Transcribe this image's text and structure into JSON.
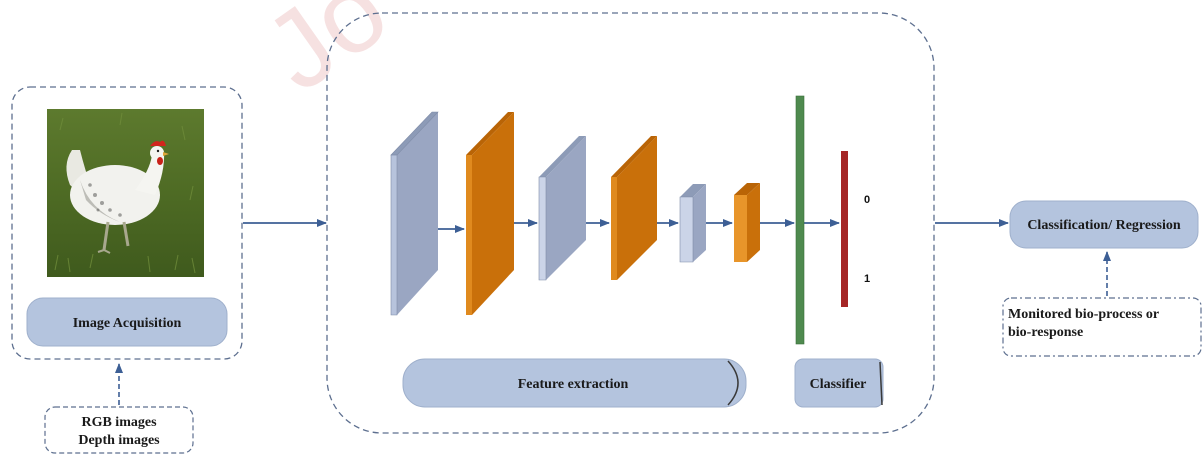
{
  "acquisition": {
    "label": "Image Acquisition",
    "image_alt": "chicken-photo",
    "inputs": [
      "RGB images",
      "Depth images"
    ]
  },
  "extraction": {
    "feature_label": "Feature extraction",
    "classifier_label": "Classifier",
    "output_values": [
      "0",
      "1"
    ]
  },
  "output": {
    "result_label": "Classification/ Regression",
    "monitored": [
      "Monitored bio-process or",
      "bio-response"
    ]
  },
  "watermark": "Jo",
  "colors": {
    "layer_blue": "#b7c3dc",
    "layer_orange": "#d4790a",
    "green_bar": "#4f8a4f",
    "red_bar": "#a52626",
    "pill": "#b4c4de",
    "arrow": "#3d5f95",
    "dash": "#5d6f8f"
  }
}
